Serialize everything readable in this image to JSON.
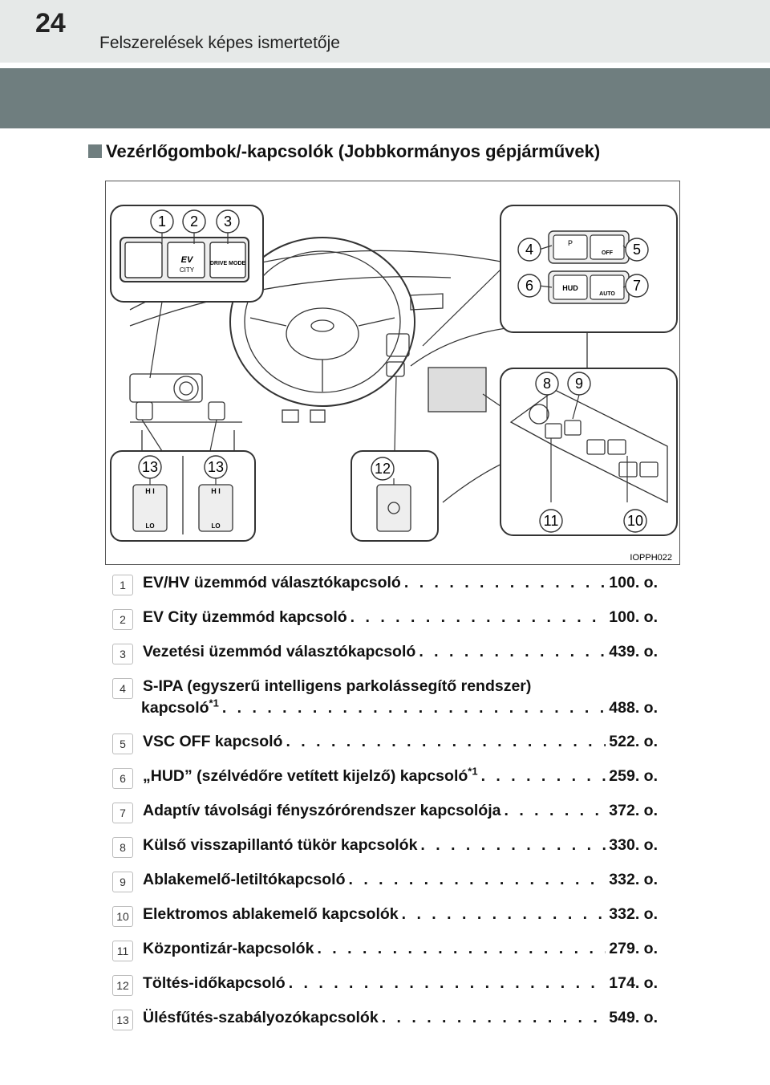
{
  "header": {
    "page_number": "24",
    "title": "Felszerelések képes ismertetője"
  },
  "section": {
    "title": "Vezérlőgombok/-kapcsolók (Jobbkormányos gépjárművek)"
  },
  "figure": {
    "code": "IOPPH022",
    "callouts": [
      "1",
      "2",
      "3",
      "4",
      "5",
      "6",
      "7",
      "8",
      "9",
      "10",
      "11",
      "12",
      "13",
      "13"
    ],
    "button_labels": {
      "drive_mode": "DRIVE MODE",
      "ev": "EV",
      "city": "CITY",
      "hud": "HUD",
      "auto": "AUTO",
      "off": "OFF",
      "hi": "H I",
      "lo": "LO",
      "p": "P"
    }
  },
  "items": [
    {
      "num": "1",
      "label": "EV/HV üzemmód választókapcsoló",
      "dots": ". . . . . . . . . . . . . . . . . . . . . . . . . . . . . . . . . .",
      "page": "100. o."
    },
    {
      "num": "2",
      "label": "EV City üzemmód kapcsoló",
      "dots": ". . . . . . . . . . . . . . . . . . . . . . . . . . . . . . . . . . . . . .",
      "page": "100. o."
    },
    {
      "num": "3",
      "label": "Vezetési üzemmód választókapcsoló",
      "dots": ". . . . . . . . . . . . . . . . . . . . . . . . . . . . . . . . .",
      "page": "439. o."
    },
    {
      "num": "4",
      "label": "S-IPA (egyszerű intelligens parkolássegítő rendszer)",
      "label2": "kapcsoló",
      "sup": "*1",
      "dots": ". . . . . . . . . . . . . . . . . . . . . . . . . . . . . . . . . . . . . . . . . . . . .",
      "page": "488. o."
    },
    {
      "num": "5",
      "label": "VSC OFF kapcsoló",
      "dots": ". . . . . . . . . . . . . . . . . . . . . . . . . . . . . . . . . . . . . . . . . . .",
      "page": "522. o."
    },
    {
      "num": "6",
      "label": "„HUD” (szélvédőre vetített kijelző) kapcsoló",
      "sup": "*1",
      "dots": ". . . . . . . . . . . . . . . . . . . . .",
      "page": "259. o."
    },
    {
      "num": "7",
      "label": "Adaptív távolsági fényszórórendszer kapcsolója",
      "dots": ". . . . . . . . . . . . . . . . . . . .",
      "page": "372. o."
    },
    {
      "num": "8",
      "label": "Külső visszapillantó tükör kapcsolók",
      "dots": ". . . . . . . . . . . . . . . . . . . . . . . . . . . . . . . .",
      "page": "330. o."
    },
    {
      "num": "9",
      "label": "Ablakemelő-letiltókapcsoló",
      "dots": ". . . . . . . . . . . . . . . . . . . . . . . . . . . . . . . . . . . . . .",
      "page": "332. o."
    },
    {
      "num": "10",
      "label": "Elektromos ablakemelő kapcsolók",
      "dots": ". . . . . . . . . . . . . . . . . . . . . . . . . . . . . . . . . .",
      "page": "332. o."
    },
    {
      "num": "11",
      "label": "Központizár-kapcsolók",
      "dots": ". . . . . . . . . . . . . . . . . . . . . . . . . . . . . . . . . . . . . . . . . .",
      "page": "279. o."
    },
    {
      "num": "12",
      "label": "Töltés-időkapcsoló",
      "dots": ". . . . . . . . . . . . . . . . . . . . . . . . . . . . . . . . . . . . . . . . . . . .",
      "page": "174. o."
    },
    {
      "num": "13",
      "label": "Ülésfűtés-szabályozókapcsolók",
      "dots": ". . . . . . . . . . . . . . . . . . . . . . . . . . . . . . . . . . . . . .",
      "page": "549. o."
    }
  ]
}
